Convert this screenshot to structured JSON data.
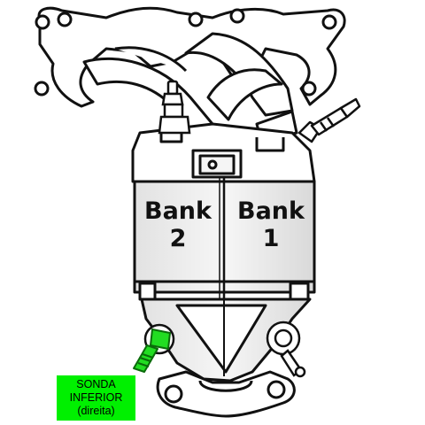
{
  "banks": {
    "bank2": {
      "title": "Bank",
      "number": "2"
    },
    "bank1": {
      "title": "Bank",
      "number": "1"
    }
  },
  "sensor_label": {
    "line1": "SONDA",
    "line2": "INFERIOR",
    "line3": "(direita)"
  },
  "colors": {
    "sensor_highlight": "#22dd22",
    "label_bg": "#00f000",
    "outline": "#111111",
    "shade": "#dcdcdc"
  }
}
